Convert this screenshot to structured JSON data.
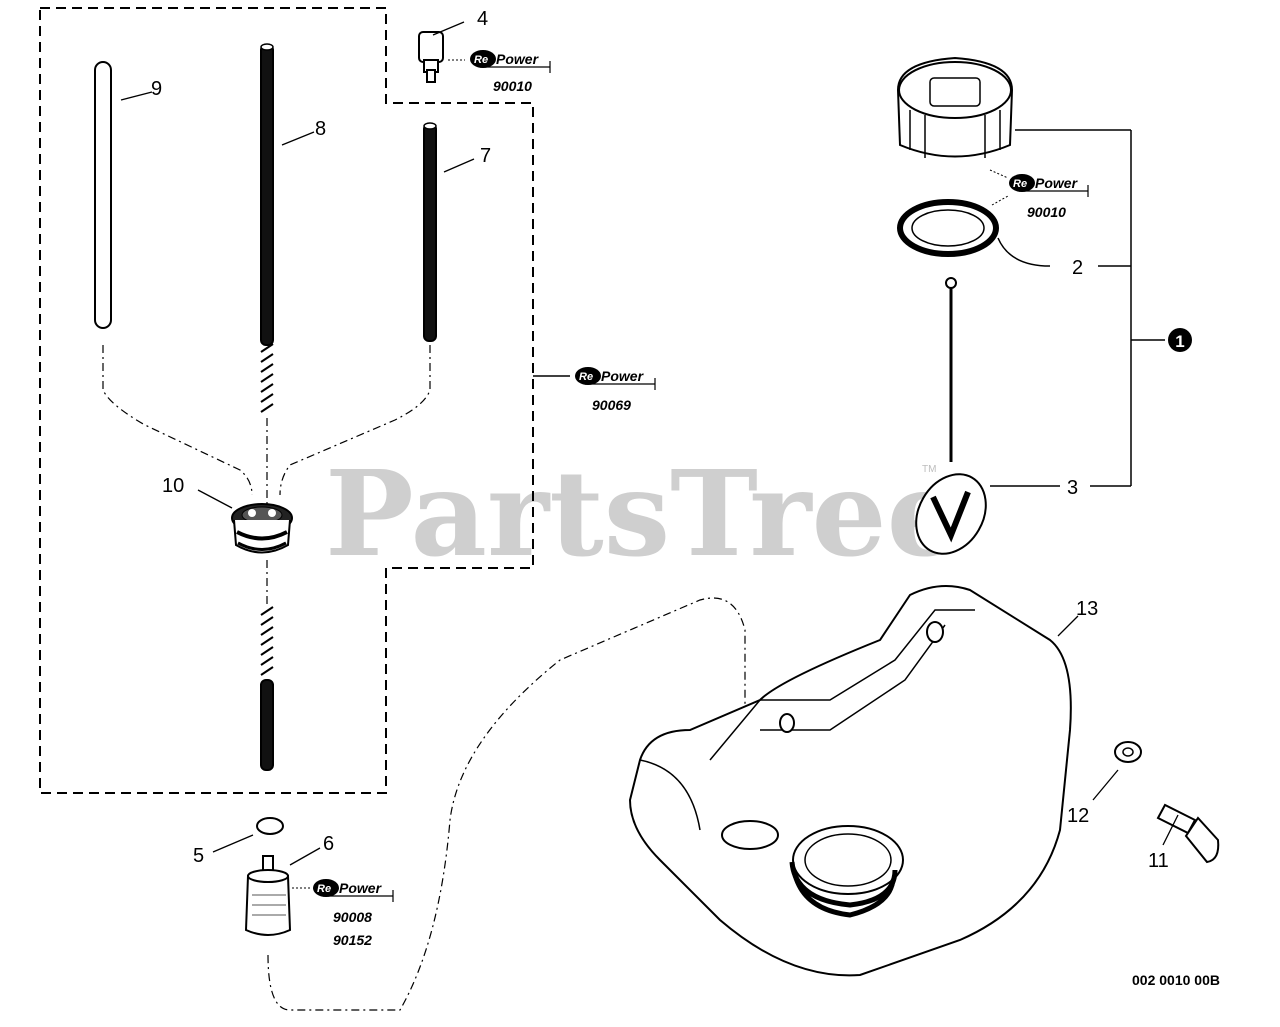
{
  "watermark": {
    "text": "PartsTree",
    "tm": "TM"
  },
  "drawing_id": "002 0010 00B",
  "callouts": {
    "c1": "1",
    "c2": "2",
    "c3": "3",
    "c4": "4",
    "c5": "5",
    "c6": "6",
    "c7": "7",
    "c8": "8",
    "c9": "9",
    "c10": "10",
    "c11": "11",
    "c12": "12",
    "c13": "13"
  },
  "repower": {
    "re_text": "Re",
    "word": "Power",
    "badge_top": {
      "codes": [
        "90010"
      ]
    },
    "badge_cap": {
      "codes": [
        "90010"
      ]
    },
    "badge_kit": {
      "codes": [
        "90069"
      ]
    },
    "badge_filter": {
      "codes": [
        "90008",
        "90152"
      ]
    }
  },
  "icons": [
    "repower-logo-icon",
    "fuel-cap-icon",
    "cap-gasket-icon",
    "breather-icon",
    "fuel-tank-icon",
    "fuel-filter-icon",
    "bolt-icon",
    "washer-icon",
    "grommet-icon",
    "fuel-line-icon",
    "clip-icon",
    "check-valve-icon"
  ]
}
